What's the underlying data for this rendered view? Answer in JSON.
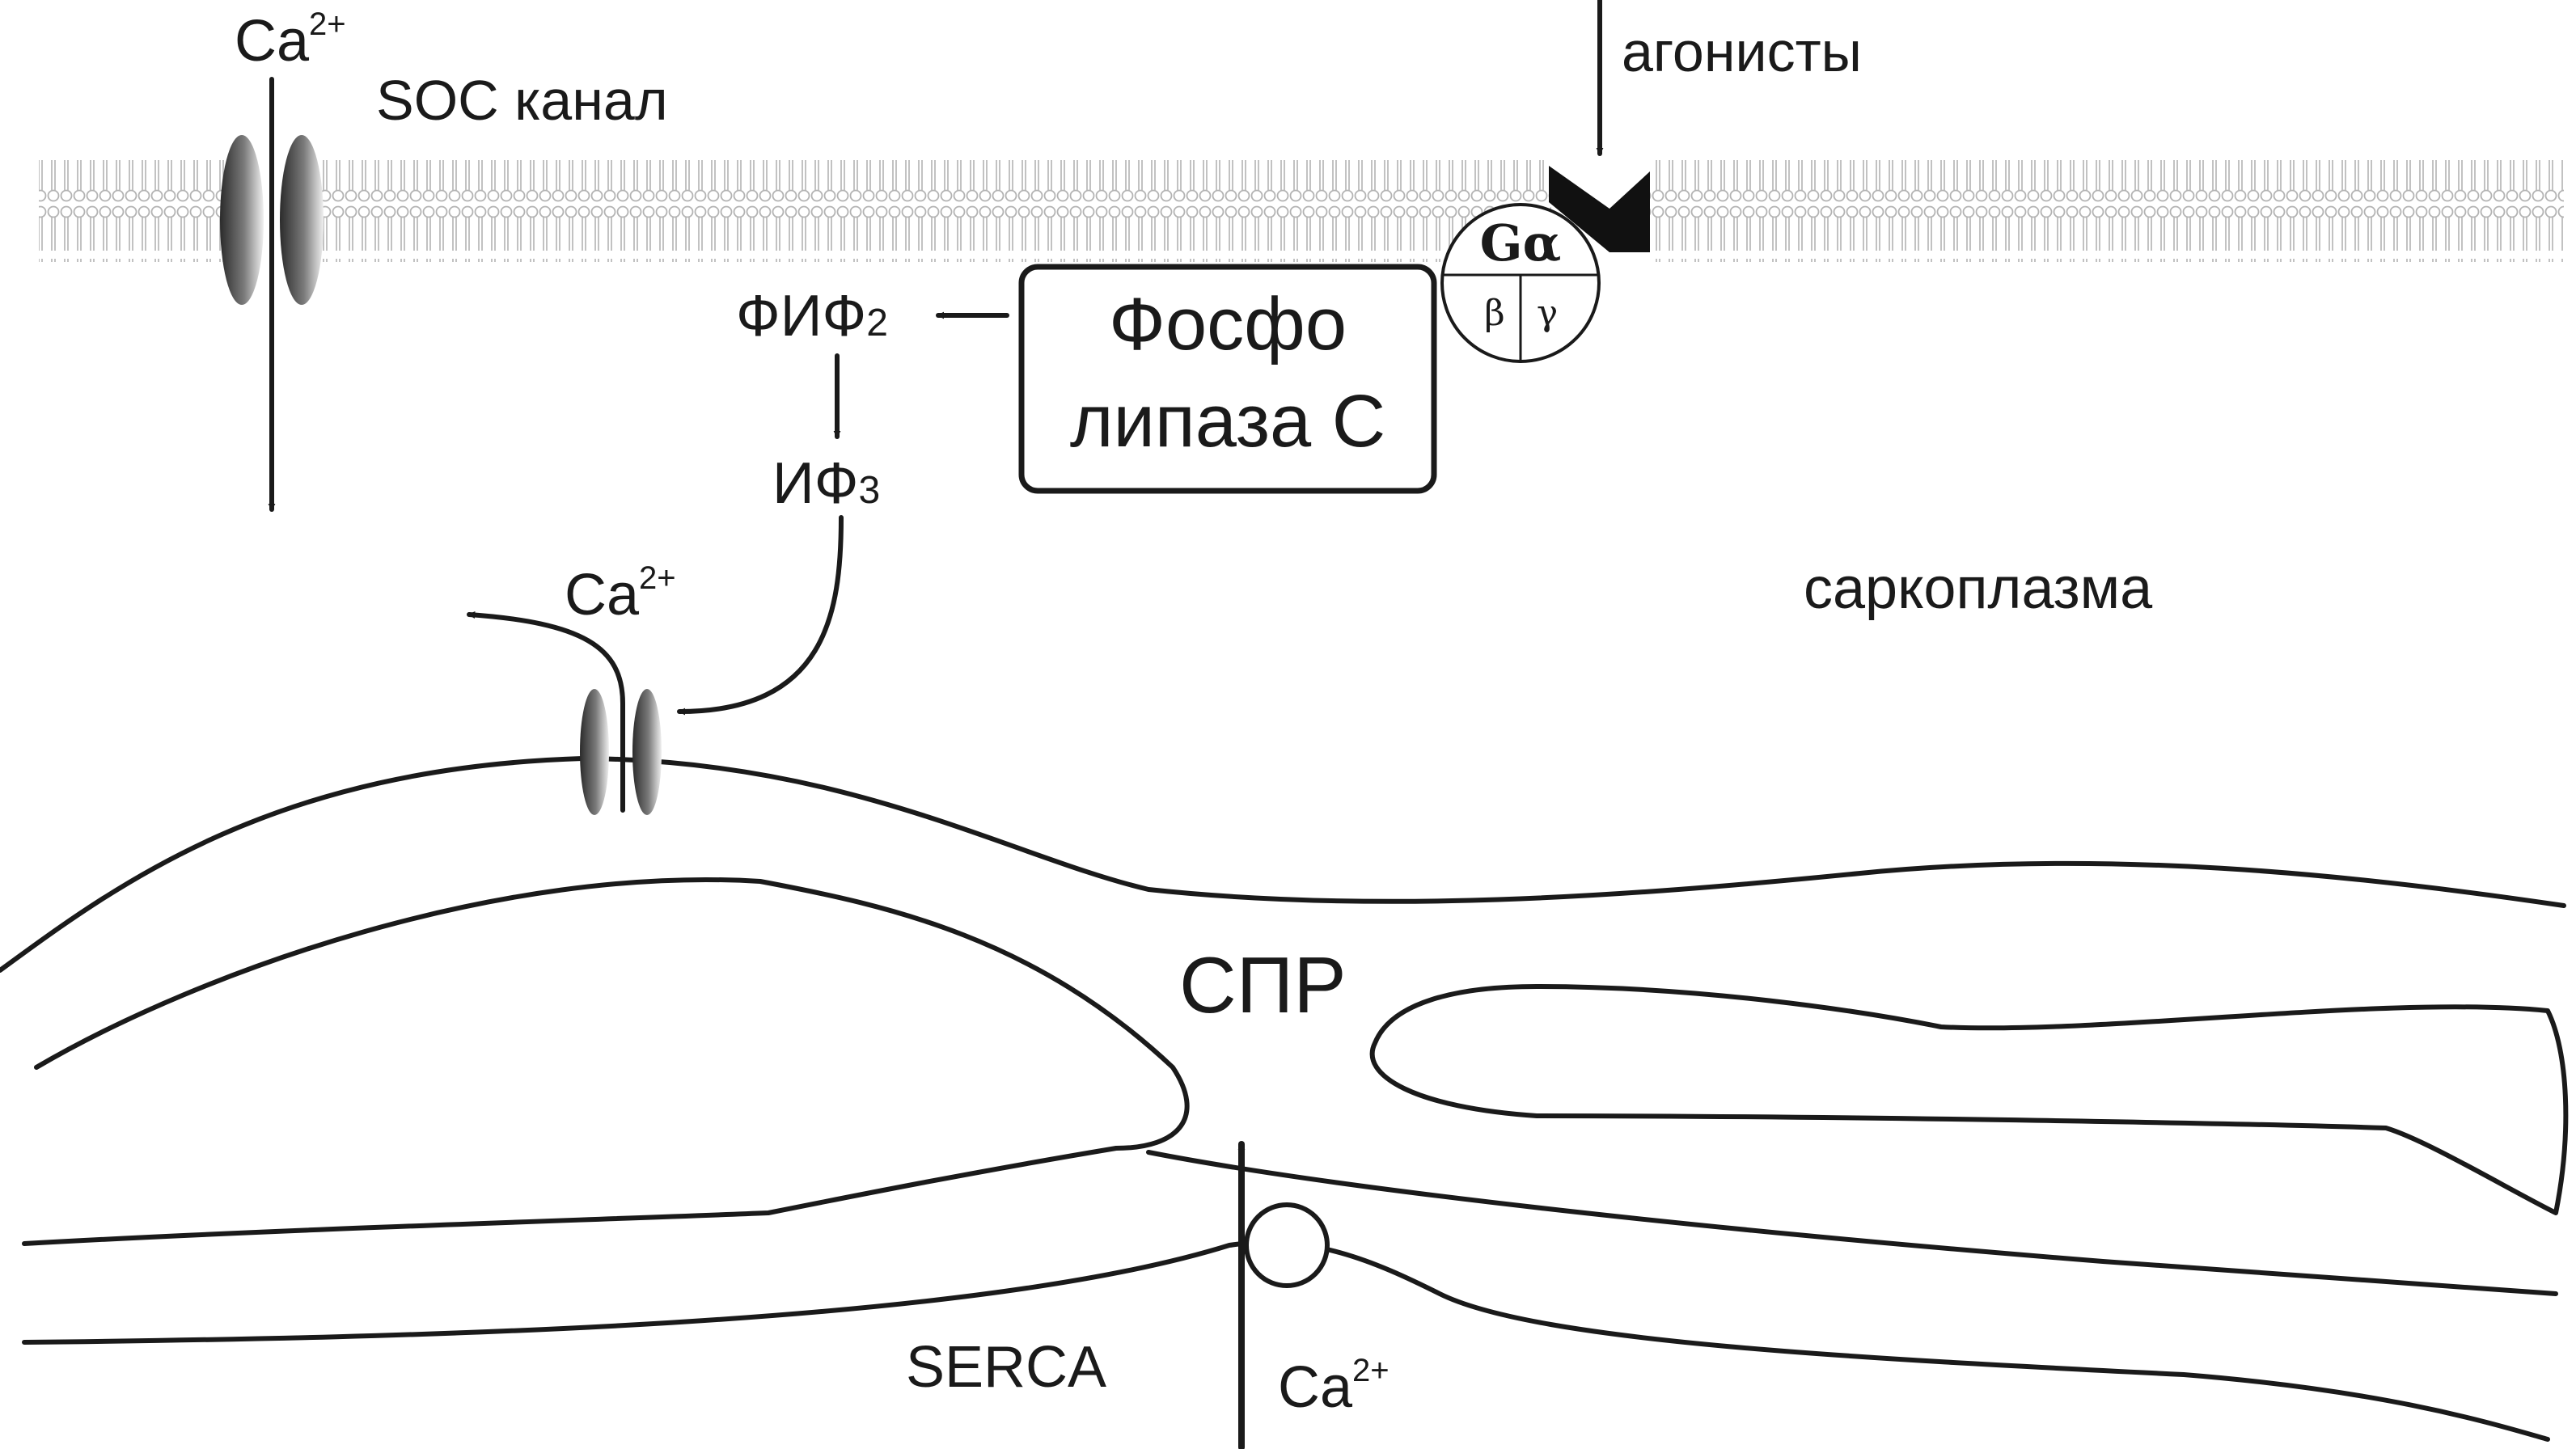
{
  "labels": {
    "ca_top": "Ca",
    "ca_top_sup": "2+",
    "soc_channel": "SOC канал",
    "agonists": "агонисты",
    "g_alpha": "Gα",
    "g_beta": "β",
    "g_gamma": "γ",
    "plc_line1": "Фосфо",
    "plc_line2": "липаза С",
    "pip2": "ФИФ",
    "pip2_sub": "2",
    "ip3": "ИФ",
    "ip3_sub": "3",
    "ca_mid": "Ca",
    "ca_mid_sup": "2+",
    "sarcoplasm": "саркоплазма",
    "spr": "СПР",
    "serca": "SERCA",
    "ca_bottom": "Ca",
    "ca_bottom_sup": "2+"
  },
  "colors": {
    "ink": "#1a1a1a",
    "membrane_lipid": "#b3b3b3",
    "channel_dark": "#2b2b2b",
    "channel_light": "#f0f0f0"
  }
}
